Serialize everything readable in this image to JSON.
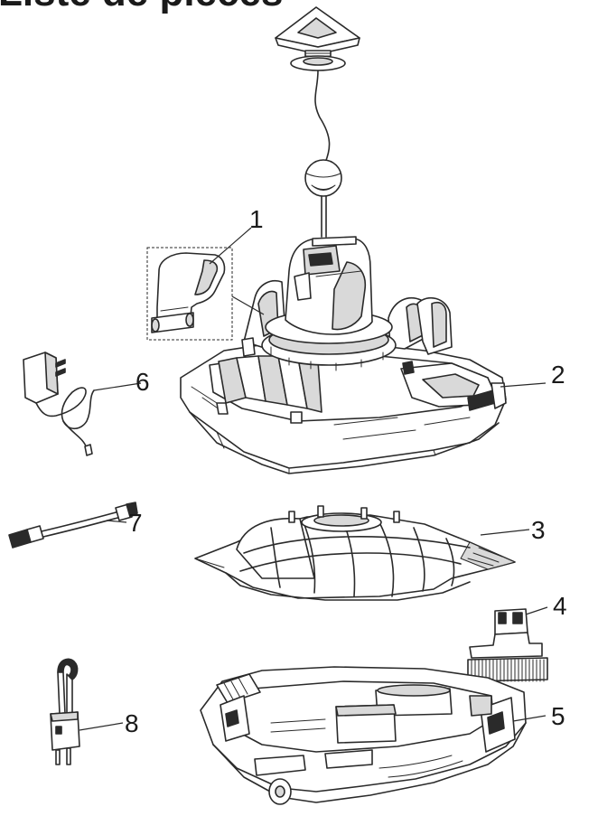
{
  "title": "Liste de pièces",
  "callouts": [
    {
      "number": "1"
    },
    {
      "number": "2"
    },
    {
      "number": "3"
    },
    {
      "number": "4"
    },
    {
      "number": "5"
    },
    {
      "number": "6"
    },
    {
      "number": "7"
    },
    {
      "number": "8"
    }
  ],
  "colors": {
    "line": "#2a2a2a",
    "shade": "#d9d9d9",
    "dark_shade": "#9a9a9a",
    "background": "#ffffff"
  }
}
